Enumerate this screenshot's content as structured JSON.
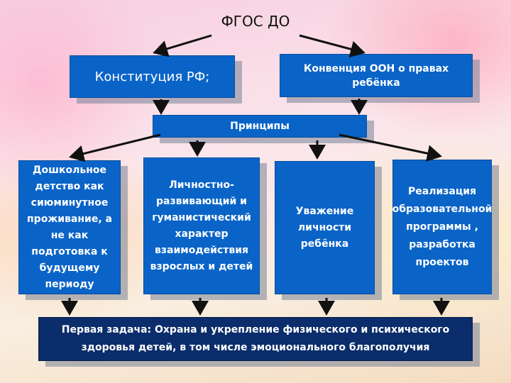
{
  "title": "ФГОС ДО",
  "konstitutsiya": "Конституция РФ;",
  "konventsiya": "Конвенция  ООН о правах ребёнка",
  "printsipy": "Принципы",
  "principles": [
    "Дошкольное детство как сиюминутное проживание, а не как подготовка к будущему периоду",
    "Личностно-развивающий и гуманистический характер взаимодействия взрослых и детей",
    "Уважение личности ребёнка",
    "Реализация образовательной программы , разработка проектов"
  ],
  "task": "Первая задача:  Охрана и укрепление  физического и психического здоровья  детей, в том числе  эмоционального благополучия",
  "colors": {
    "box_blue": "#0a64c8",
    "task_navy": "#0b2d6b",
    "arrow": "#111111"
  }
}
